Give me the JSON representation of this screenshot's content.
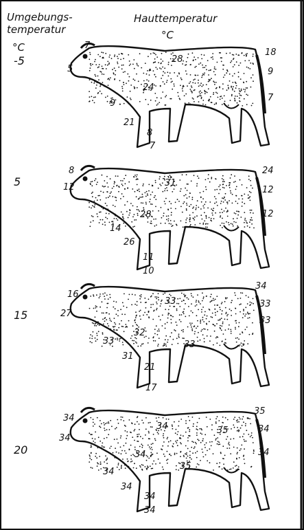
{
  "header": {
    "ambient_line1": "Umgebungs-",
    "ambient_line2": "temperatur",
    "ambient_unit": "°C",
    "skin_line1": "Hauttemperatur",
    "skin_unit": "°C"
  },
  "panels": [
    {
      "ambient": "-5",
      "labels": [
        "7",
        "5",
        "28",
        "18",
        "9",
        "7",
        "24",
        "9",
        "21",
        "8",
        "7"
      ]
    },
    {
      "ambient": "5",
      "labels": [
        "8",
        "12",
        "31",
        "24",
        "12",
        "12",
        "28",
        "14",
        "26",
        "11",
        "10"
      ]
    },
    {
      "ambient": "15",
      "labels": [
        "16",
        "27",
        "33",
        "34",
        "33",
        "33",
        "32",
        "33",
        "31",
        "21",
        "33",
        "17"
      ]
    },
    {
      "ambient": "20",
      "labels": [
        "34",
        "34",
        "34",
        "35",
        "35",
        "34",
        "34",
        "34",
        "35",
        "34",
        "34",
        "34",
        "34"
      ]
    }
  ],
  "colors": {
    "ink": "#111111",
    "background": "#ffffff"
  }
}
